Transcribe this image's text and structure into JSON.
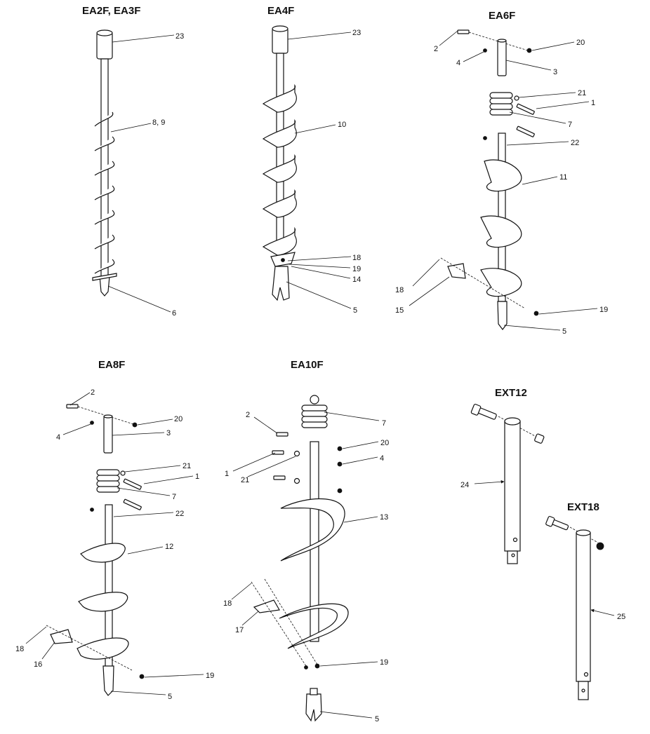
{
  "titles": {
    "ea2f": "EA2F, EA3F",
    "ea4f": "EA4F",
    "ea6f": "EA6F",
    "ea8f": "EA8F",
    "ea10f": "EA10F",
    "ext12": "EXT12",
    "ext18": "EXT18"
  },
  "callouts": {
    "ea2f": [
      "23",
      "8, 9",
      "6"
    ],
    "ea4f": [
      "23",
      "10",
      "18",
      "19",
      "14",
      "5"
    ],
    "ea6f": [
      "2",
      "20",
      "4",
      "3",
      "21",
      "1",
      "7",
      "22",
      "11",
      "18",
      "15",
      "19",
      "5"
    ],
    "ea8f": [
      "2",
      "20",
      "4",
      "3",
      "21",
      "1",
      "7",
      "22",
      "12",
      "18",
      "16",
      "19",
      "5"
    ],
    "ea10f": [
      "7",
      "2",
      "20",
      "4",
      "1",
      "21",
      "13",
      "18",
      "17",
      "19",
      "5"
    ],
    "ext12": [
      "24"
    ],
    "ext18": [
      "25"
    ]
  }
}
